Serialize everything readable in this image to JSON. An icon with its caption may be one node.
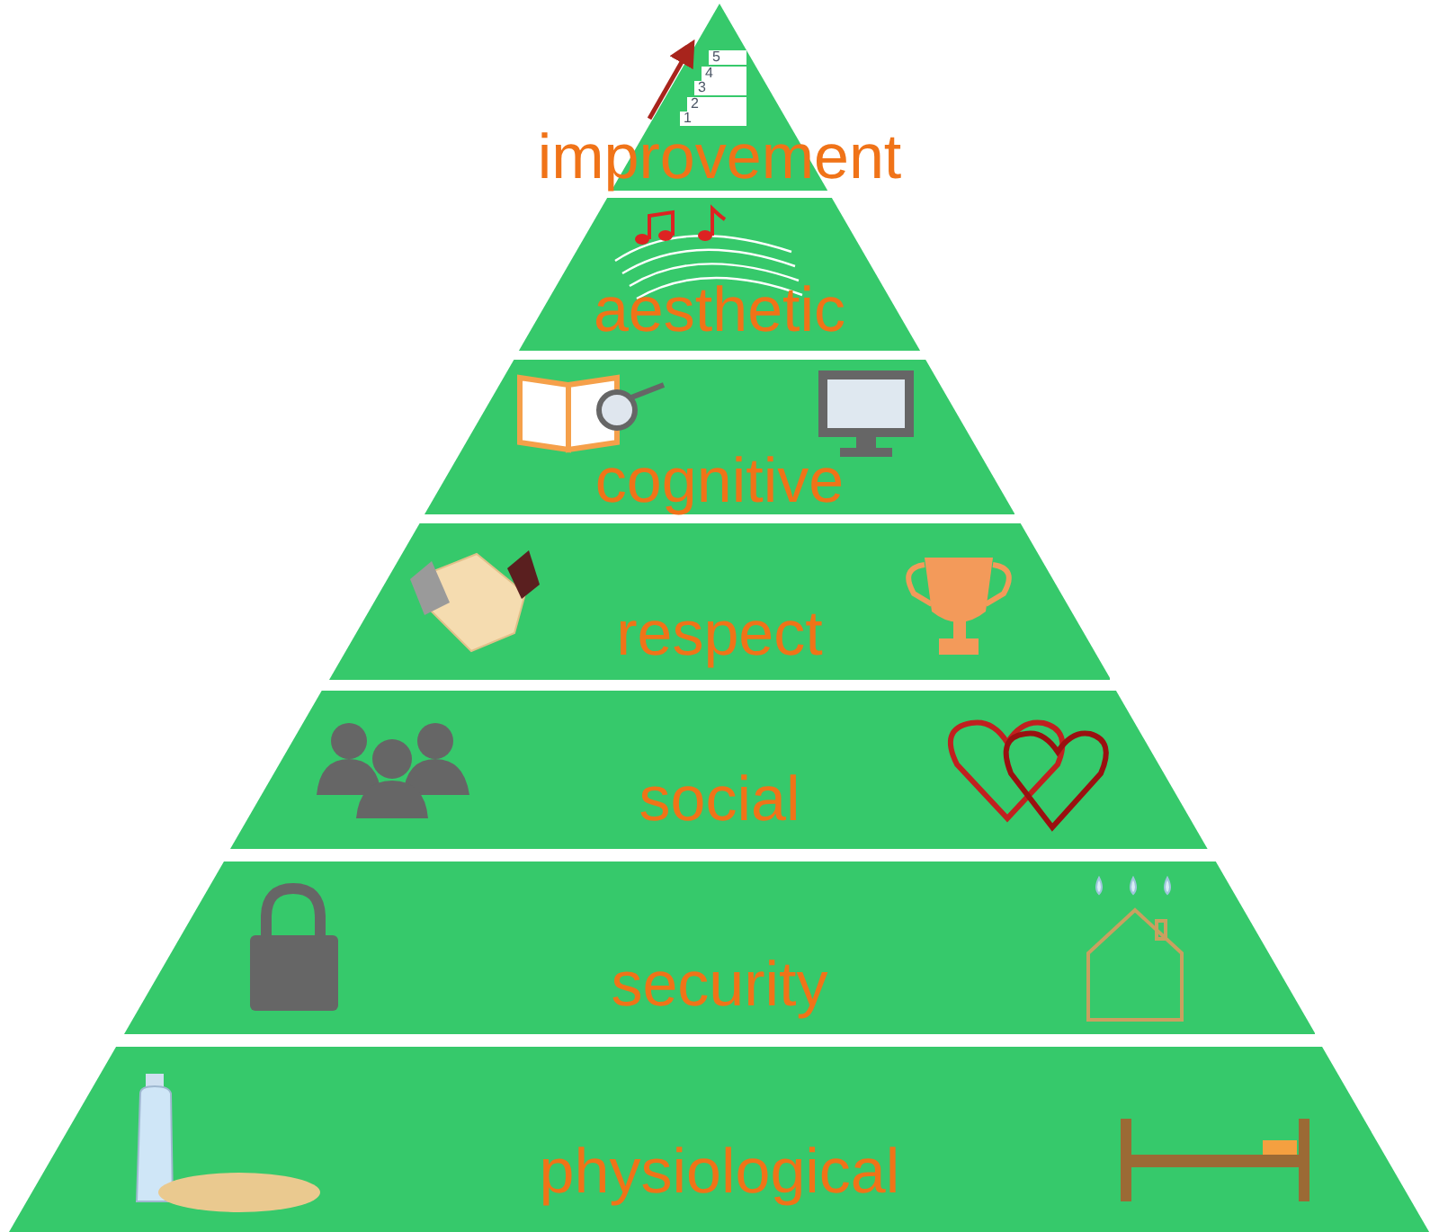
{
  "diagram": {
    "nodes": [
      {
        "text": [
          "improvement"
        ]
      },
      {
        "text": [
          "aesthetic"
        ]
      },
      {
        "text": [
          "cognitive"
        ]
      },
      {
        "text": [
          "respect"
        ]
      },
      {
        "text": [
          "social"
        ]
      },
      {
        "text": [
          "security"
        ]
      },
      {
        "text": [
          "physiological"
        ]
      }
    ],
    "labels": [
      "5",
      "4",
      "3",
      "2",
      "1"
    ]
  }
}
